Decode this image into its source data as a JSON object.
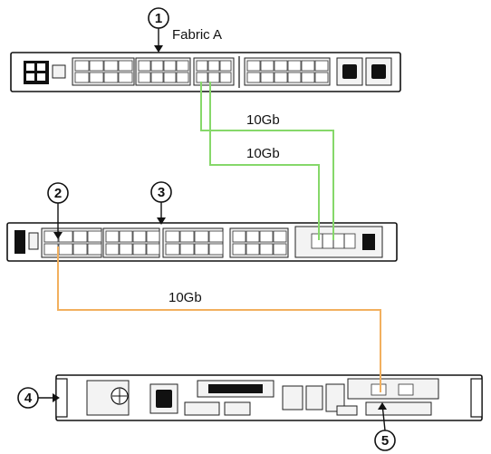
{
  "labels": {
    "fabric": "Fabric A",
    "link_top_1": "10Gb",
    "link_top_2": "10Gb",
    "link_server": "10Gb"
  },
  "callouts": [
    "1",
    "2",
    "3",
    "4",
    "5"
  ],
  "colors": {
    "fabric_link": "#86d86a",
    "server_link": "#f2b05e",
    "line": "#111111"
  }
}
